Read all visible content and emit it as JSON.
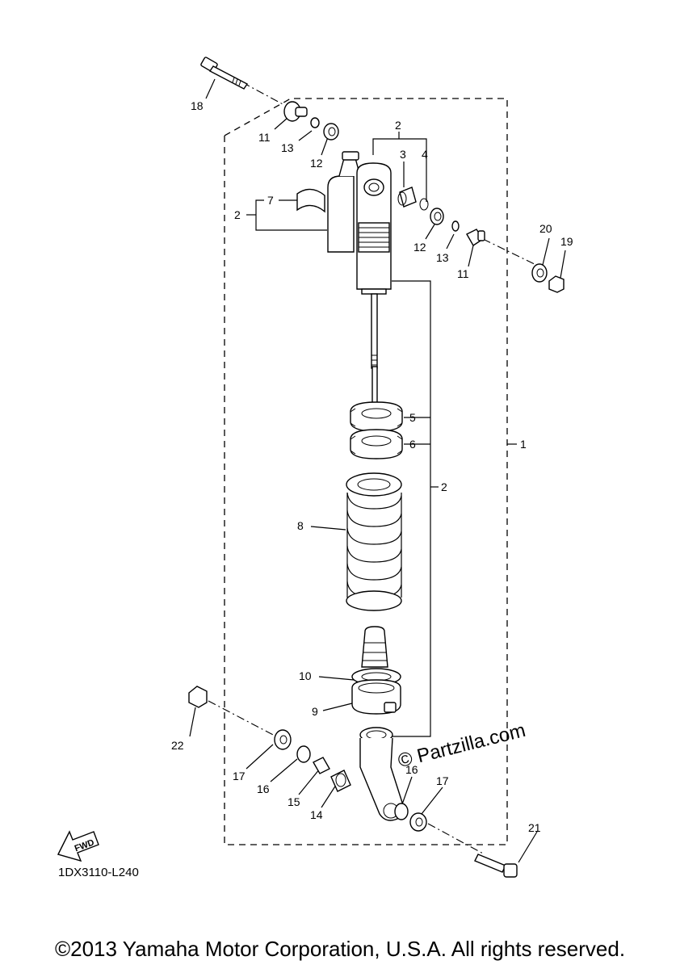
{
  "diagram": {
    "code": "1DX3110-L240",
    "watermark": "© Partzilla.com",
    "fwd_label": "FWD",
    "copyright": "©2013 Yamaha Motor Corporation, U.S.A. All rights reserved.",
    "callouts": {
      "c1": "1",
      "c2_top": "2",
      "c2_left": "2",
      "c2_right": "2",
      "c3": "3",
      "c4": "4",
      "c5": "5",
      "c6": "6",
      "c7": "7",
      "c8": "8",
      "c9": "9",
      "c10": "10",
      "c11_top": "11",
      "c11_right": "11",
      "c12_top": "12",
      "c12_right": "12",
      "c13_top": "13",
      "c13_right": "13",
      "c14": "14",
      "c15": "15",
      "c16_left": "16",
      "c16_right": "16",
      "c17_left": "17",
      "c17_right": "17",
      "c18": "18",
      "c19": "19",
      "c20": "20",
      "c21": "21",
      "c22": "22"
    }
  }
}
